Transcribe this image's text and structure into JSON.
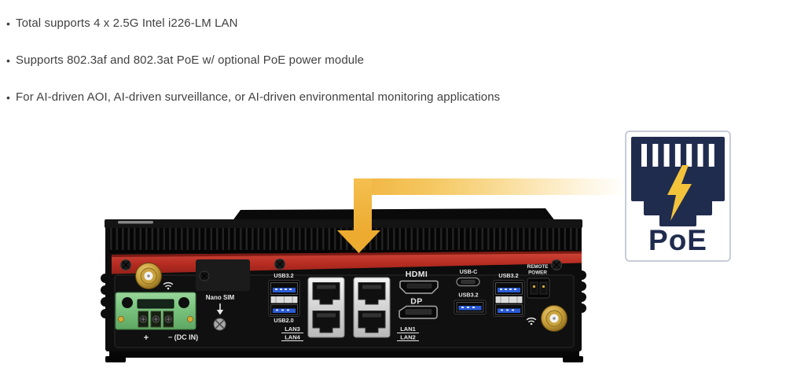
{
  "features": {
    "marker": "•",
    "items": [
      "Total supports 4 x 2.5G Intel i226-LM LAN",
      "Supports 802.3af and 802.3at PoE w/ optional PoE power module",
      "For AI-driven AOI, AI-driven surveillance, or AI-driven environmental monitoring applications"
    ]
  },
  "poe_badge": {
    "label": "PoE"
  },
  "device": {
    "labels": {
      "usb32_left": "USB3.2",
      "usb20": "USB2.0",
      "lan3": "LAN3",
      "lan4": "LAN4",
      "lan1": "LAN1",
      "lan2": "LAN2",
      "hdmi": "HDMI",
      "dp": "DP",
      "usbc": "USB-C",
      "usb32_mid": "USB3.2",
      "usb32_right": "USB3.2",
      "remote_line1": "REMOTE",
      "remote_line2": "POWER",
      "nano_sim": "Nano SIM",
      "dc_plus": "+",
      "dc_minus": "− (DC IN)"
    }
  },
  "theme": {
    "text_gray": "#414141",
    "panel_red": "#bf3227",
    "arrow_amber": "#f0b440",
    "poe_navy": "#202c4e",
    "bolt_yellow": "#f3c33c",
    "usb_blue": "#2b5bd7",
    "terminal_green": "#7fc882",
    "antenna_gold": "#c79d38",
    "label_white": "#e8e8e8"
  }
}
